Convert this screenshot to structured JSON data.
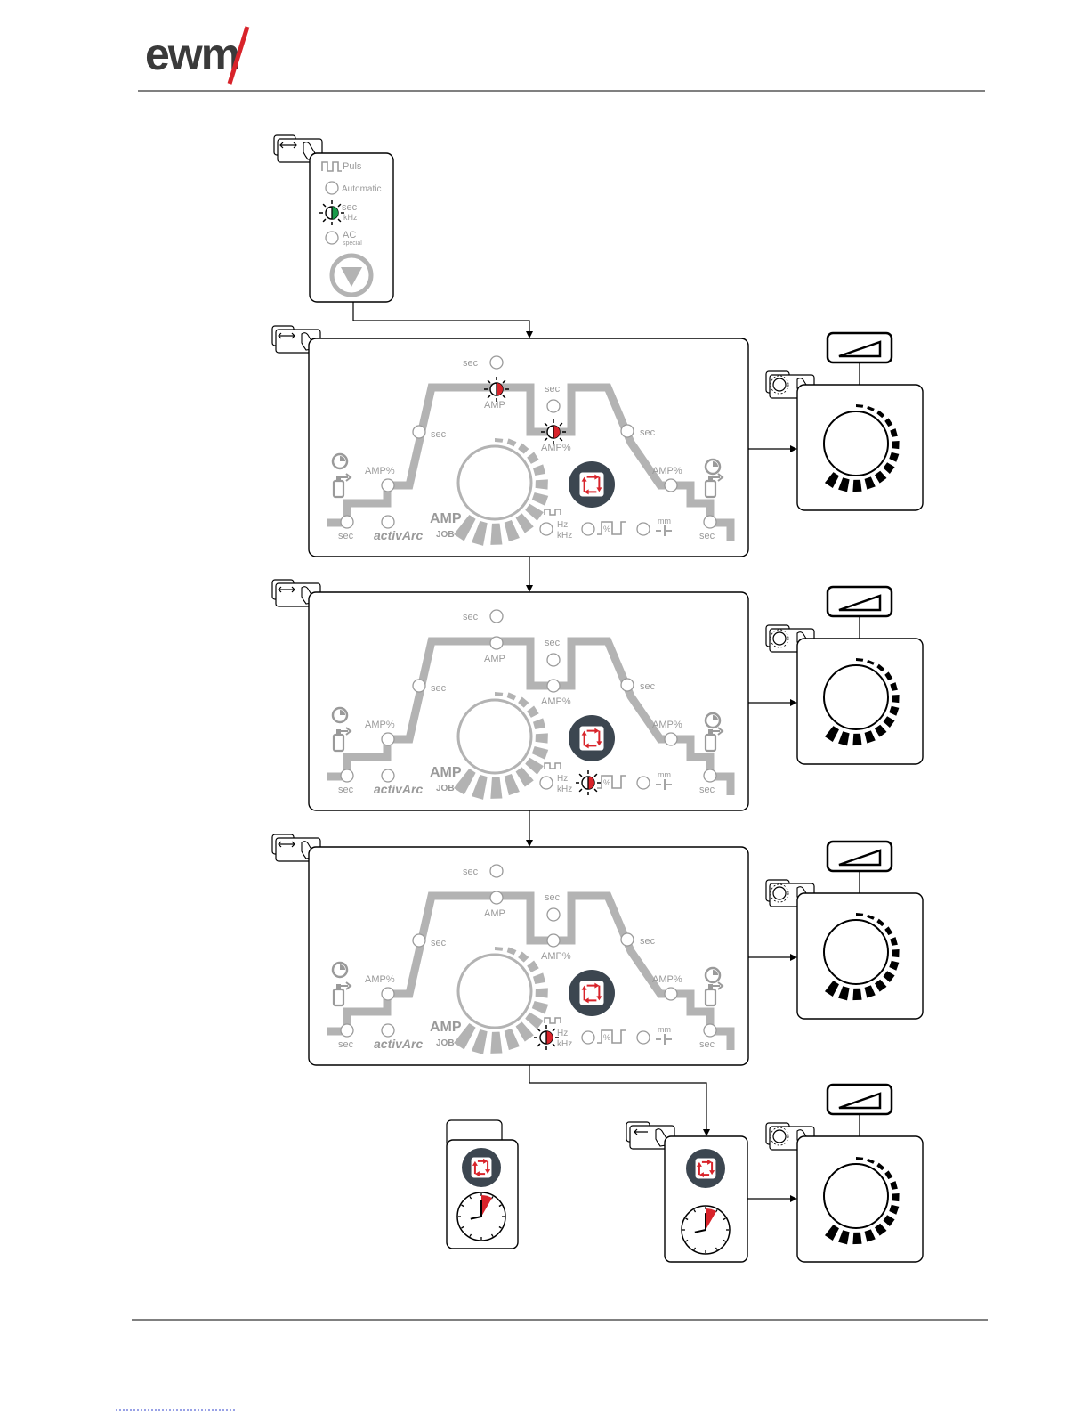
{
  "header": {
    "brand": "ewm",
    "brand_color": "#3a3a3a",
    "accent_color": "#d8232a"
  },
  "top_panel": {
    "title": "Puls",
    "options": [
      {
        "label": "Automatic",
        "sub": "",
        "state": "off"
      },
      {
        "label": "sec",
        "sub": "kHz",
        "state": "blinking-green"
      },
      {
        "label": "AC",
        "sub": "special",
        "state": "off"
      }
    ],
    "button_icon": "triangle-down-icon"
  },
  "panel_labels": {
    "sec": "sec",
    "amp": "AMP",
    "amp_pct": "AMP%",
    "amp_big": "AMP",
    "job": "JOB",
    "activarc": "activArc",
    "hz": "Hz",
    "khz": "kHz",
    "mm": "mm",
    "pct": "%"
  },
  "steps": [
    {
      "step": 1,
      "blinking": [
        "amp-main",
        "amp-pct"
      ]
    },
    {
      "step": 2,
      "blinking": [
        "balance"
      ]
    },
    {
      "step": 3,
      "blinking": [
        "frequency"
      ]
    }
  ],
  "bottom": {
    "left_box_icons": [
      "arrow-cycle-icon",
      "clock-icon"
    ],
    "right_box_icons": [
      "arrow-cycle-icon",
      "clock-icon"
    ]
  },
  "colors": {
    "led_red": "#d8232a",
    "led_green": "#1a9a4a",
    "panel_gray": "#b3b3b3",
    "dark_button": "#3c4650"
  }
}
